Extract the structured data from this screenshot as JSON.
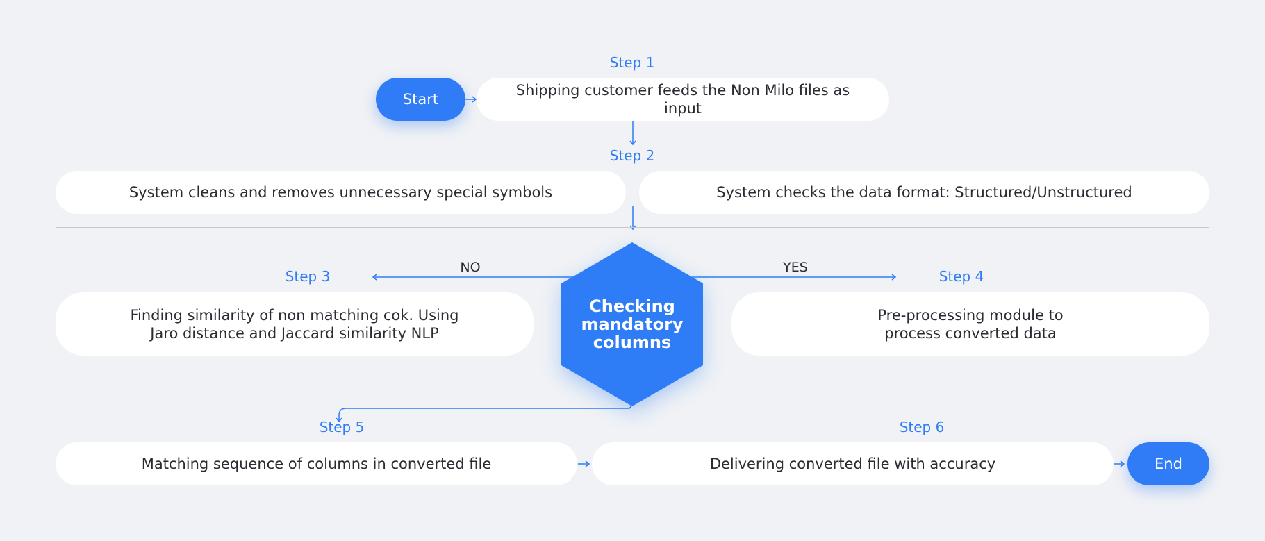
{
  "colors": {
    "accent": "#2f7cf6",
    "background": "#f1f2f5",
    "box": "#ffffff",
    "text": "#2b2b33",
    "divider": "#c5c9d2"
  },
  "steps": {
    "s1": "Step 1",
    "s2": "Step 2",
    "s3": "Step 3",
    "s4": "Step 4",
    "s5": "Step 5",
    "s6": "Step 6"
  },
  "start_label": "Start",
  "end_label": "End",
  "boxes": {
    "feed": "Shipping customer feeds the Non Milo files as input",
    "clean": "System cleans and removes unnecessary special symbols",
    "format": "System checks the data format: Structured/Unstructured",
    "similarity": "Finding similarity of non matching cok. Using Jaro distance and Jaccard similarity NLP",
    "preprocess": "Pre-processing module to process converted data",
    "matching": "Matching sequence of columns in converted file",
    "delivering": "Delivering converted file with accuracy"
  },
  "decision": "Checking mandatory columns",
  "branch": {
    "no": "NO",
    "yes": "YES"
  }
}
